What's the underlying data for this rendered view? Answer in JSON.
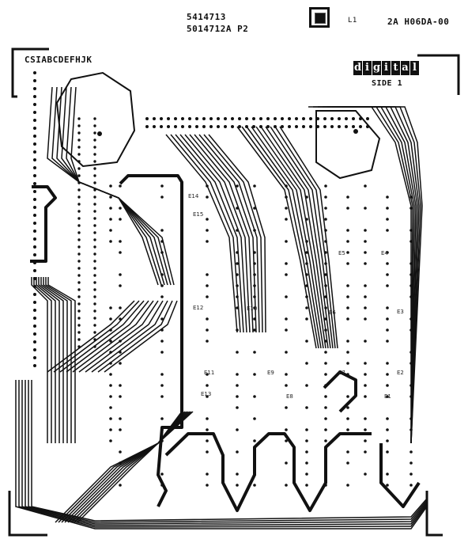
{
  "header": {
    "part_line_1": "5414713",
    "part_line_2": "5014712A P2",
    "l1_label": "L1",
    "revision": "2A H06DA-00"
  },
  "connector_label": "CSIABCDEFHJK",
  "logo": {
    "letters": [
      "d",
      "i",
      "g",
      "i",
      "t",
      "a",
      "l"
    ]
  },
  "side_label": "SIDE 1",
  "refdes": [
    "E9",
    "E11",
    "E10",
    "E13",
    "E12",
    "E14",
    "E15",
    "E8",
    "E6",
    "E7",
    "E5",
    "E4",
    "E3",
    "E2",
    "E1"
  ],
  "colors": {
    "trace": "#111111",
    "board": "#ffffff"
  }
}
